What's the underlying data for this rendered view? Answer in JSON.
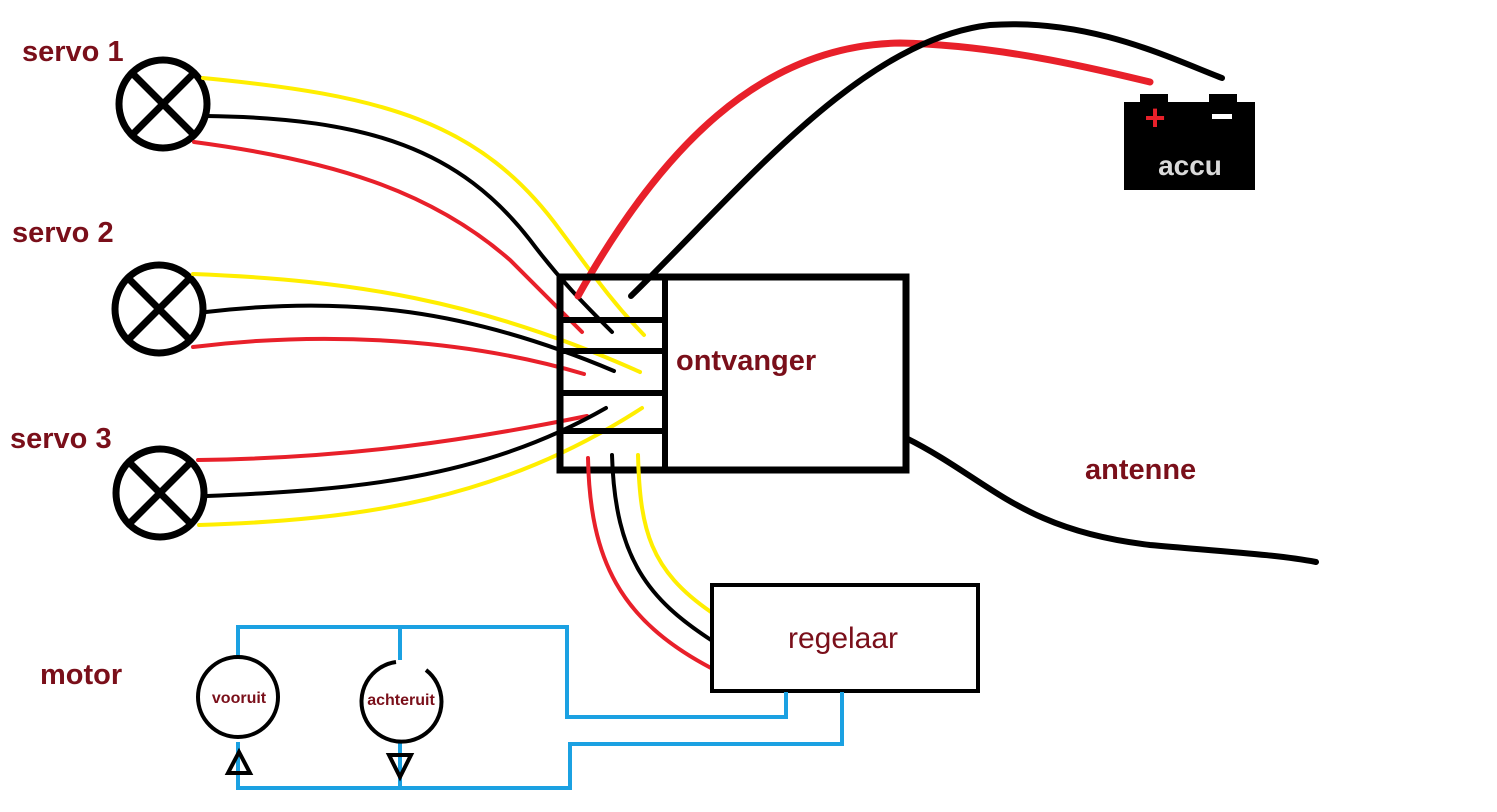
{
  "labels": {
    "servo1": "servo 1",
    "servo2": "servo 2",
    "servo3": "servo 3",
    "receiver": "ontvanger",
    "antenna": "antenne",
    "battery": "accu",
    "battery_plus": "+",
    "battery_minus": "−",
    "controller": "regelaar",
    "motor": "motor",
    "forward": "vooruit",
    "reverse": "achteruit"
  },
  "colors": {
    "signal": "#ffee00",
    "ground": "#000000",
    "power": "#e8202a",
    "motor_wiring": "#1ba1e2",
    "label_text": "#7a0f1a",
    "battery_body": "#000000",
    "battery_plus": "#e8202a",
    "battery_minus": "#ffffff"
  },
  "icons": {
    "servo": "servo-lamp-icon",
    "battery": "battery-icon",
    "motor": "motor-circle-icon",
    "direction": "triangle-arrow-icon"
  }
}
